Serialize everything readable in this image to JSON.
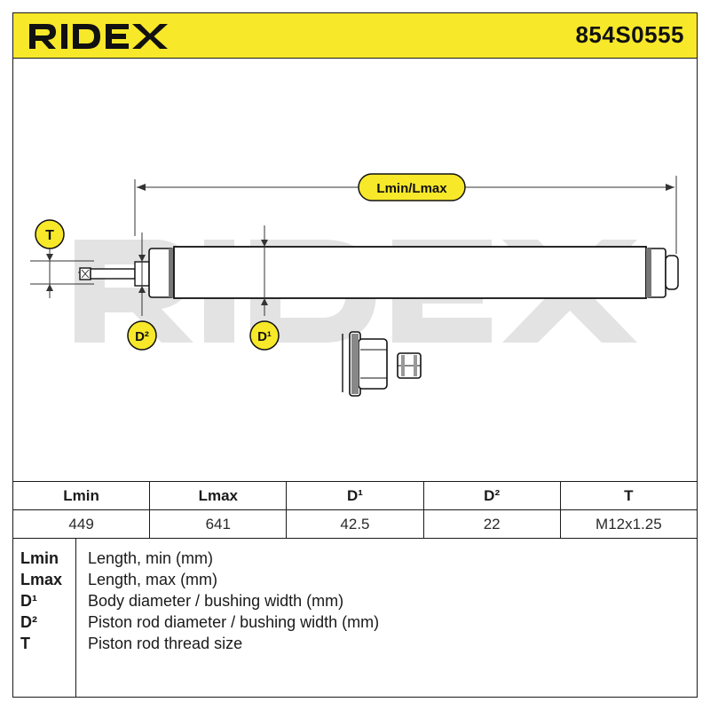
{
  "header": {
    "brand": "RIDEX",
    "part_number": "854S0555",
    "brand_color": "#f7e82a"
  },
  "diagram": {
    "dimension_label": "Lmin/Lmax",
    "callouts": {
      "t": "T",
      "d2": "D²",
      "d1": "D¹"
    },
    "watermark": "RIDEX"
  },
  "specs": {
    "headers": [
      "Lmin",
      "Lmax",
      "D¹",
      "D²",
      "T"
    ],
    "values": [
      "449",
      "641",
      "42.5",
      "22",
      "M12x1.25"
    ]
  },
  "legend": [
    {
      "key": "Lmin",
      "desc": "Length, min (mm)"
    },
    {
      "key": "Lmax",
      "desc": "Length, max (mm)"
    },
    {
      "key": "D¹",
      "desc": "Body diameter / bushing width (mm)"
    },
    {
      "key": "D²",
      "desc": "Piston rod diameter / bushing width (mm)"
    },
    {
      "key": "T",
      "desc": "Piston rod thread size"
    }
  ]
}
